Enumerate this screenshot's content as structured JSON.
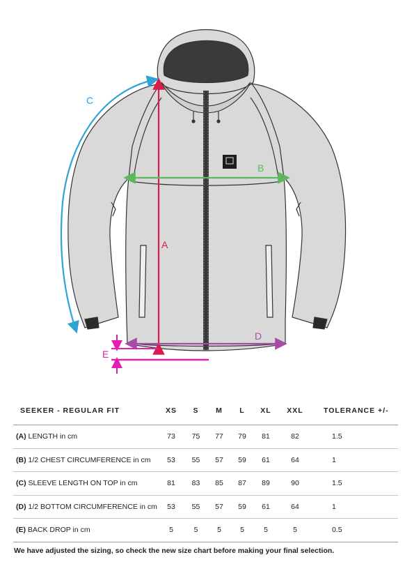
{
  "diagram": {
    "labels": {
      "a": "A",
      "b": "B",
      "c": "C",
      "d": "D",
      "e": "E"
    },
    "colors": {
      "jacket_fill": "#d9d9d9",
      "jacket_stroke": "#333333",
      "length_a": "#d81b4b",
      "chest_b": "#5cb85c",
      "sleeve_c": "#2ea3d6",
      "bottom_d": "#a64ca6",
      "backdrop_e": "#e020b0"
    }
  },
  "table": {
    "headers": [
      "SEEKER - REGULAR FIT",
      "XS",
      "S",
      "M",
      "L",
      "XL",
      "XXL",
      "TOLERANCE +/-"
    ],
    "rows": [
      {
        "letter": "(A)",
        "name": "LENGTH in cm",
        "values": [
          "73",
          "75",
          "77",
          "79",
          "81",
          "82"
        ],
        "tolerance": "1.5"
      },
      {
        "letter": "(B)",
        "name": "1/2 CHEST CIRCUMFERENCE in cm",
        "values": [
          "53",
          "55",
          "57",
          "59",
          "61",
          "64"
        ],
        "tolerance": "1"
      },
      {
        "letter": "(C)",
        "name": "SLEEVE LENGTH ON TOP in cm",
        "values": [
          "81",
          "83",
          "85",
          "87",
          "89",
          "90"
        ],
        "tolerance": "1.5"
      },
      {
        "letter": "(D)",
        "name": "1/2 BOTTOM CIRCUMFERENCE in cm",
        "values": [
          "53",
          "55",
          "57",
          "59",
          "61",
          "64"
        ],
        "tolerance": "1"
      },
      {
        "letter": "(E)",
        "name": "BACK DROP in cm",
        "values": [
          "5",
          "5",
          "5",
          "5",
          "5",
          "5"
        ],
        "tolerance": "0.5"
      }
    ]
  },
  "note": "We have adjusted the sizing, so check the new size chart before making your final selection."
}
